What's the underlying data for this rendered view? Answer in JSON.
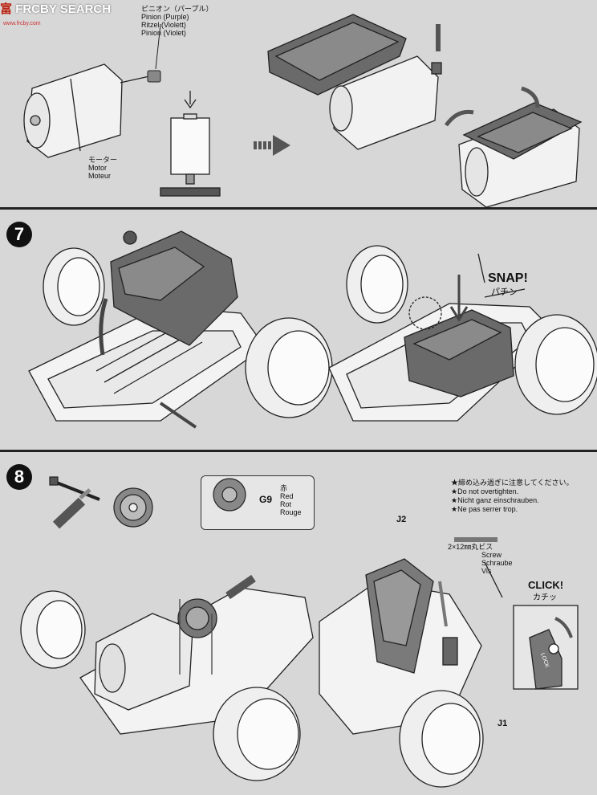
{
  "watermark": {
    "logo": "富",
    "text": "FRCBY SEARCH",
    "url": "www.frcby.com"
  },
  "step6": {
    "pinion_labels": [
      "ピニオン（パープル）",
      "Pinion (Purple)",
      "Ritzel (Violett)",
      "Pinion (Violet)"
    ],
    "motor_labels": [
      "モーター",
      "Motor",
      "Moteur"
    ]
  },
  "step7": {
    "number": "7",
    "snap_en": "SNAP!",
    "snap_jp": "パチン"
  },
  "step8": {
    "number": "8",
    "part_box": {
      "code": "G9",
      "labels": [
        "赤",
        "Red",
        "Rot",
        "Rouge"
      ]
    },
    "warning_lines": [
      "★締め込み過ぎに注意してください。",
      "★Do not overtighten.",
      "★Nicht ganz einschrauben.",
      "★Ne pas serrer trop."
    ],
    "screw_labels": [
      "2×12㎜丸ビス",
      "Screw",
      "Schraube",
      "Vis"
    ],
    "part_j2": "J2",
    "part_j1": "J1",
    "click_en": "CLICK!",
    "click_jp": "カチッ",
    "lock_text": "LOCK"
  }
}
